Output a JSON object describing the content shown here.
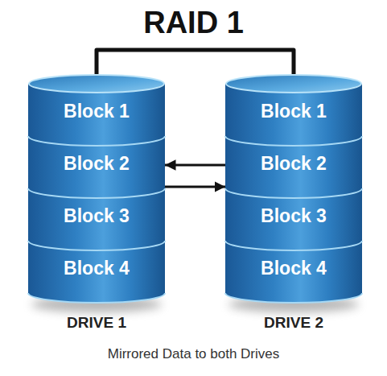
{
  "diagram": {
    "title": "RAID 1",
    "caption": "Mirrored Data to both Drives",
    "nodes": [
      {
        "text": [
          "DRIVE 1"
        ]
      },
      {
        "text": [
          "Block 1"
        ],
        "in": 0
      },
      {
        "text": [
          "Block 2"
        ],
        "in": 0
      },
      {
        "text": [
          "Block 3"
        ],
        "in": 0
      },
      {
        "text": [
          "Block 4"
        ],
        "in": 0
      },
      {
        "text": [
          "DRIVE 2"
        ]
      },
      {
        "text": [
          "Block 1"
        ],
        "in": 5
      },
      {
        "text": [
          "Block 2"
        ],
        "in": 5
      },
      {
        "text": [
          "Block 3"
        ],
        "in": 5
      },
      {
        "text": [
          "Block 4"
        ],
        "in": 5
      }
    ],
    "edges": [
      {
        "from": 0,
        "to": 5,
        "arrow": "none"
      },
      {
        "from": 7,
        "to": 2,
        "arrow": "to"
      },
      {
        "from": 2,
        "to": 7,
        "arrow": "to"
      }
    ]
  }
}
